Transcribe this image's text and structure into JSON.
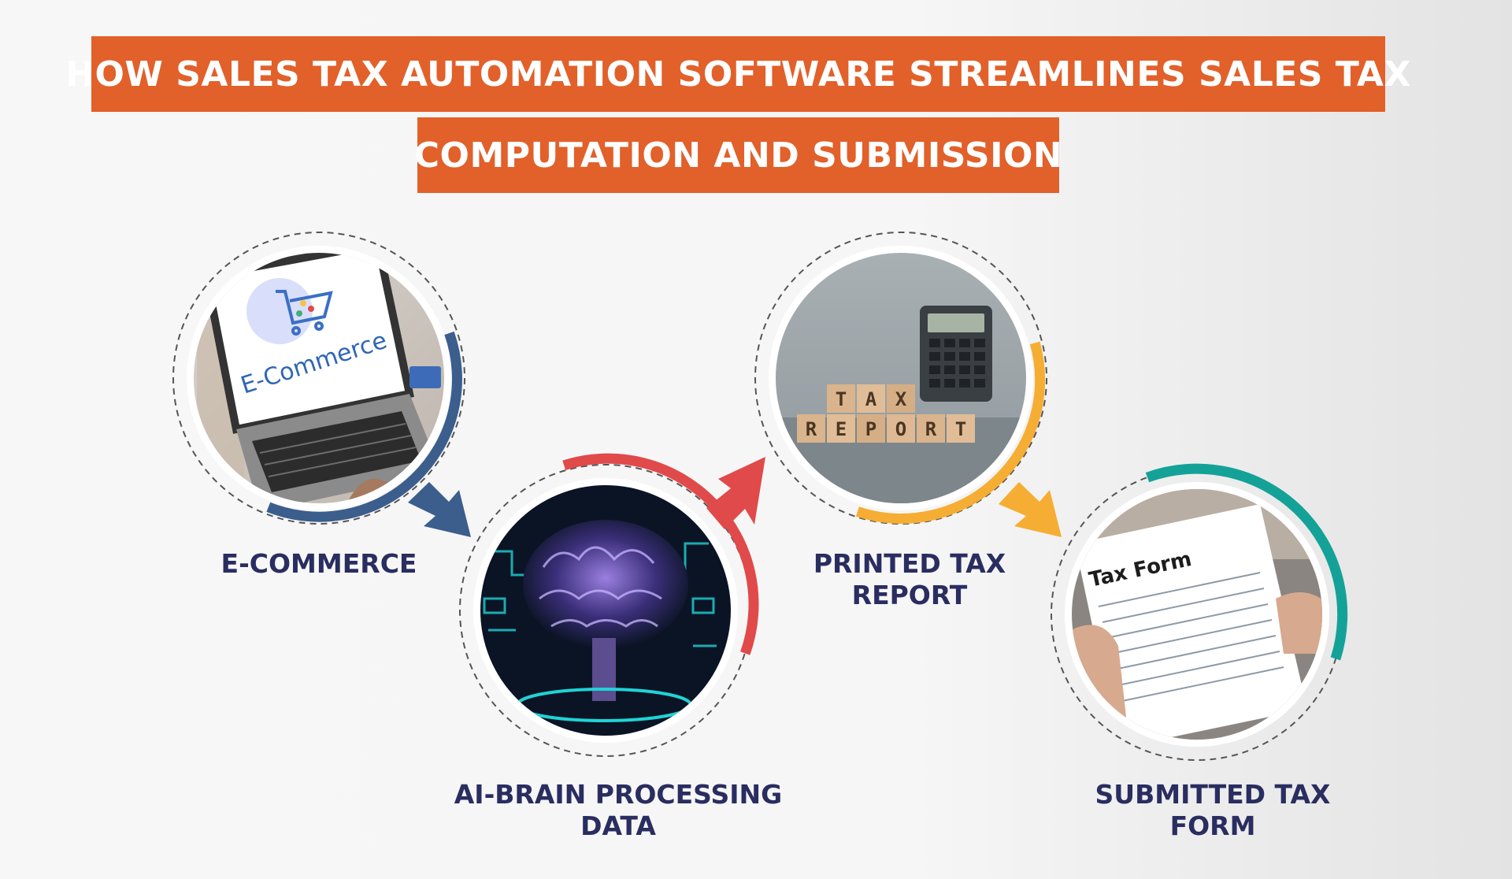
{
  "title": {
    "line1": "HOW SALES TAX AUTOMATION SOFTWARE STREAMLINES SALES TAX",
    "line2": "COMPUTATION AND SUBMISSION"
  },
  "steps": [
    {
      "label": "E-COMMERCE",
      "image_text": "E-Commerce",
      "accent": "#3b5e8c"
    },
    {
      "label": "AI-BRAIN PROCESSING\nDATA",
      "accent": "#e04a4a"
    },
    {
      "label": "PRINTED TAX\nREPORT",
      "blocks_top": [
        "T",
        "A",
        "X"
      ],
      "blocks_bottom": [
        "R",
        "E",
        "P",
        "O",
        "R",
        "T"
      ],
      "accent": "#f5ad33"
    },
    {
      "label": "SUBMITTED TAX\nFORM",
      "image_text": "Tax Form",
      "accent": "#14a298"
    }
  ],
  "colors": {
    "title_bg": "#e2602a",
    "label_text": "#2a2d60"
  }
}
